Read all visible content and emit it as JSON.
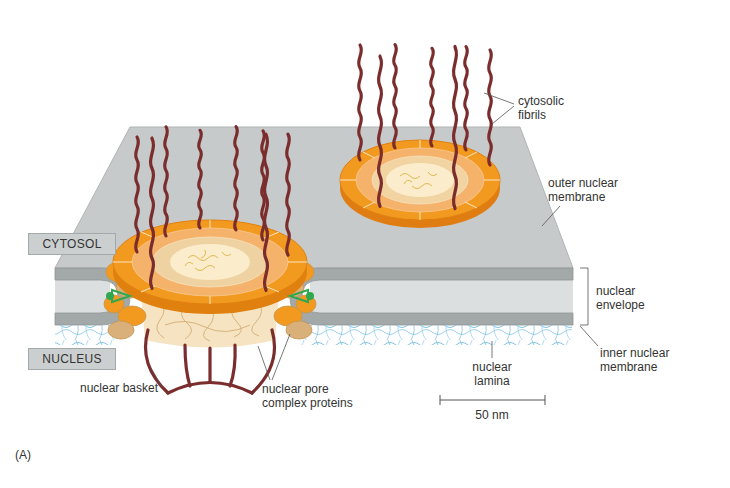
{
  "diagram": {
    "nodes": [
      {
        "text": [
          "CYTOSOL"
        ]
      },
      {
        "text": [
          "NUCLEUS"
        ]
      }
    ],
    "labels": [
      "cytosolic fibrils",
      "outer nuclear membrane",
      "nuclear envelope",
      "inner nuclear membrane",
      "nuclear lamina",
      "50 nm",
      "nuclear basket",
      "nuclear pore complex proteins",
      "(A)"
    ]
  }
}
